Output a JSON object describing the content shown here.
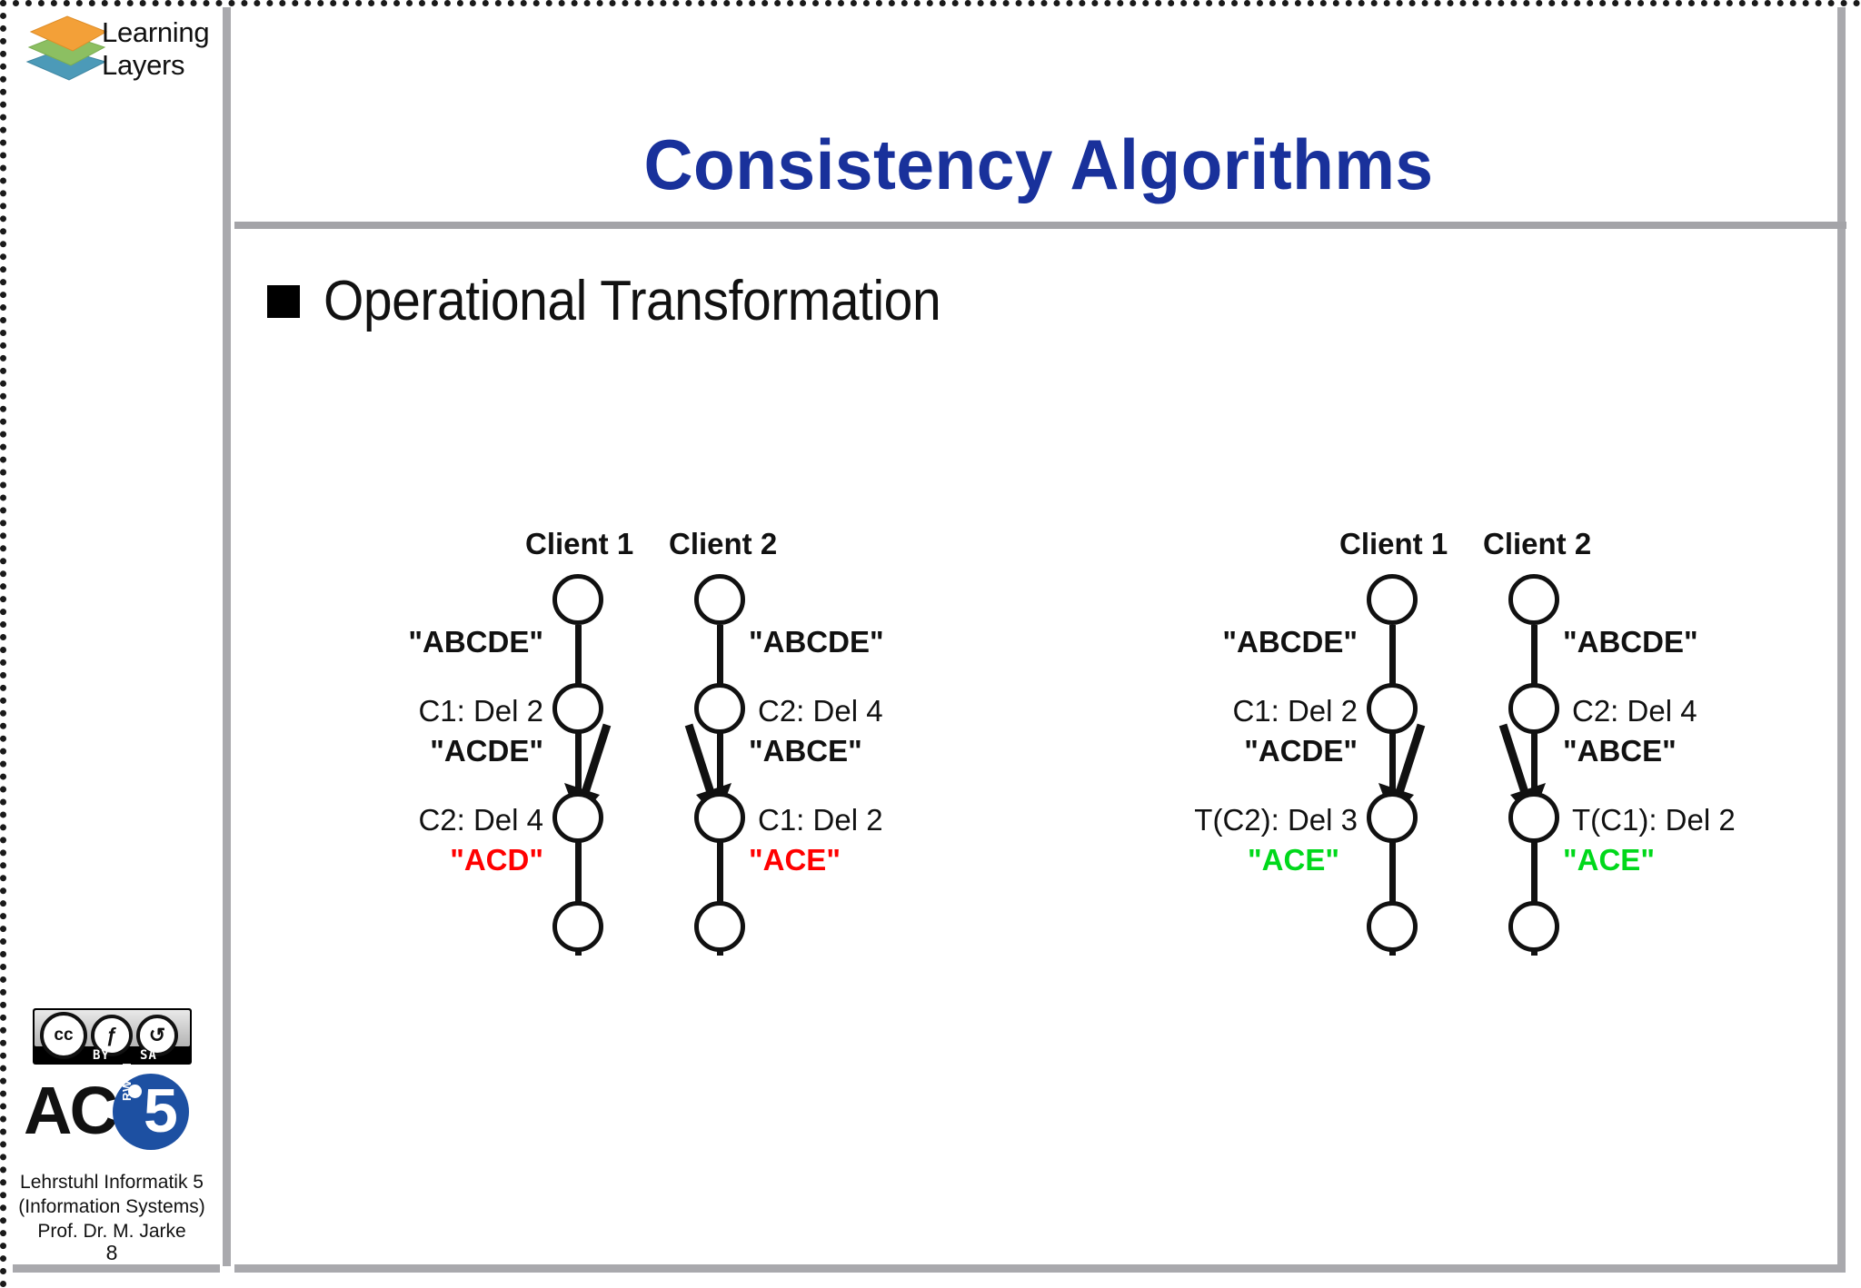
{
  "slide": {
    "title": "Consistency Algorithms",
    "title_color": "#19319b",
    "bullet": "Operational Transformation",
    "page_number": "8"
  },
  "sidebar": {
    "brand_line1": "Learning",
    "brand_line2": "Layers",
    "logo_icon": "stacked-layers-icon",
    "cc_license": {
      "cc_mark": "cc",
      "by_glyph": "ƒ",
      "sa_glyph": "↺",
      "by_label": "BY",
      "sa_label": "SA"
    },
    "ac_logo": {
      "ac_text": "AC",
      "five": "5",
      "rwth": "RWTH"
    },
    "chair_line1": "Lehrstuhl Informatik 5",
    "chair_line2": "(Information Systems)",
    "chair_line3": "Prof. Dr. M. Jarke"
  },
  "chart_data": {
    "type": "diagram",
    "title": "Operational Transformation",
    "diagrams": [
      {
        "id": "without-transformation",
        "client1_header": "Client 1",
        "client2_header": "Client 2",
        "left_lane": {
          "state_top": "\"ABCDE\"",
          "op_1": "C1: Del 2",
          "state_mid": "\"ACDE\"",
          "op_2": "C2: Del 4",
          "state_final": "\"ACD\"",
          "final_color": "#ff0000"
        },
        "right_lane": {
          "state_top": "\"ABCDE\"",
          "op_1": "C2: Del 4",
          "state_mid": "\"ABCE\"",
          "op_2": "C1: Del 2",
          "state_final": "\"ACE\"",
          "final_color": "#ff0000"
        }
      },
      {
        "id": "with-transformation",
        "client1_header": "Client 1",
        "client2_header": "Client 2",
        "left_lane": {
          "state_top": "\"ABCDE\"",
          "op_1": "C1: Del 2",
          "state_mid": "\"ACDE\"",
          "op_2": "T(C2): Del 3",
          "state_final": "\"ACE\"",
          "final_color": "#00d81b"
        },
        "right_lane": {
          "state_top": "\"ABCDE\"",
          "op_1": "C2: Del 4",
          "state_mid": "\"ABCE\"",
          "op_2": "T(C1): Del 2",
          "state_final": "\"ACE\"",
          "final_color": "#00d81b"
        }
      }
    ]
  }
}
